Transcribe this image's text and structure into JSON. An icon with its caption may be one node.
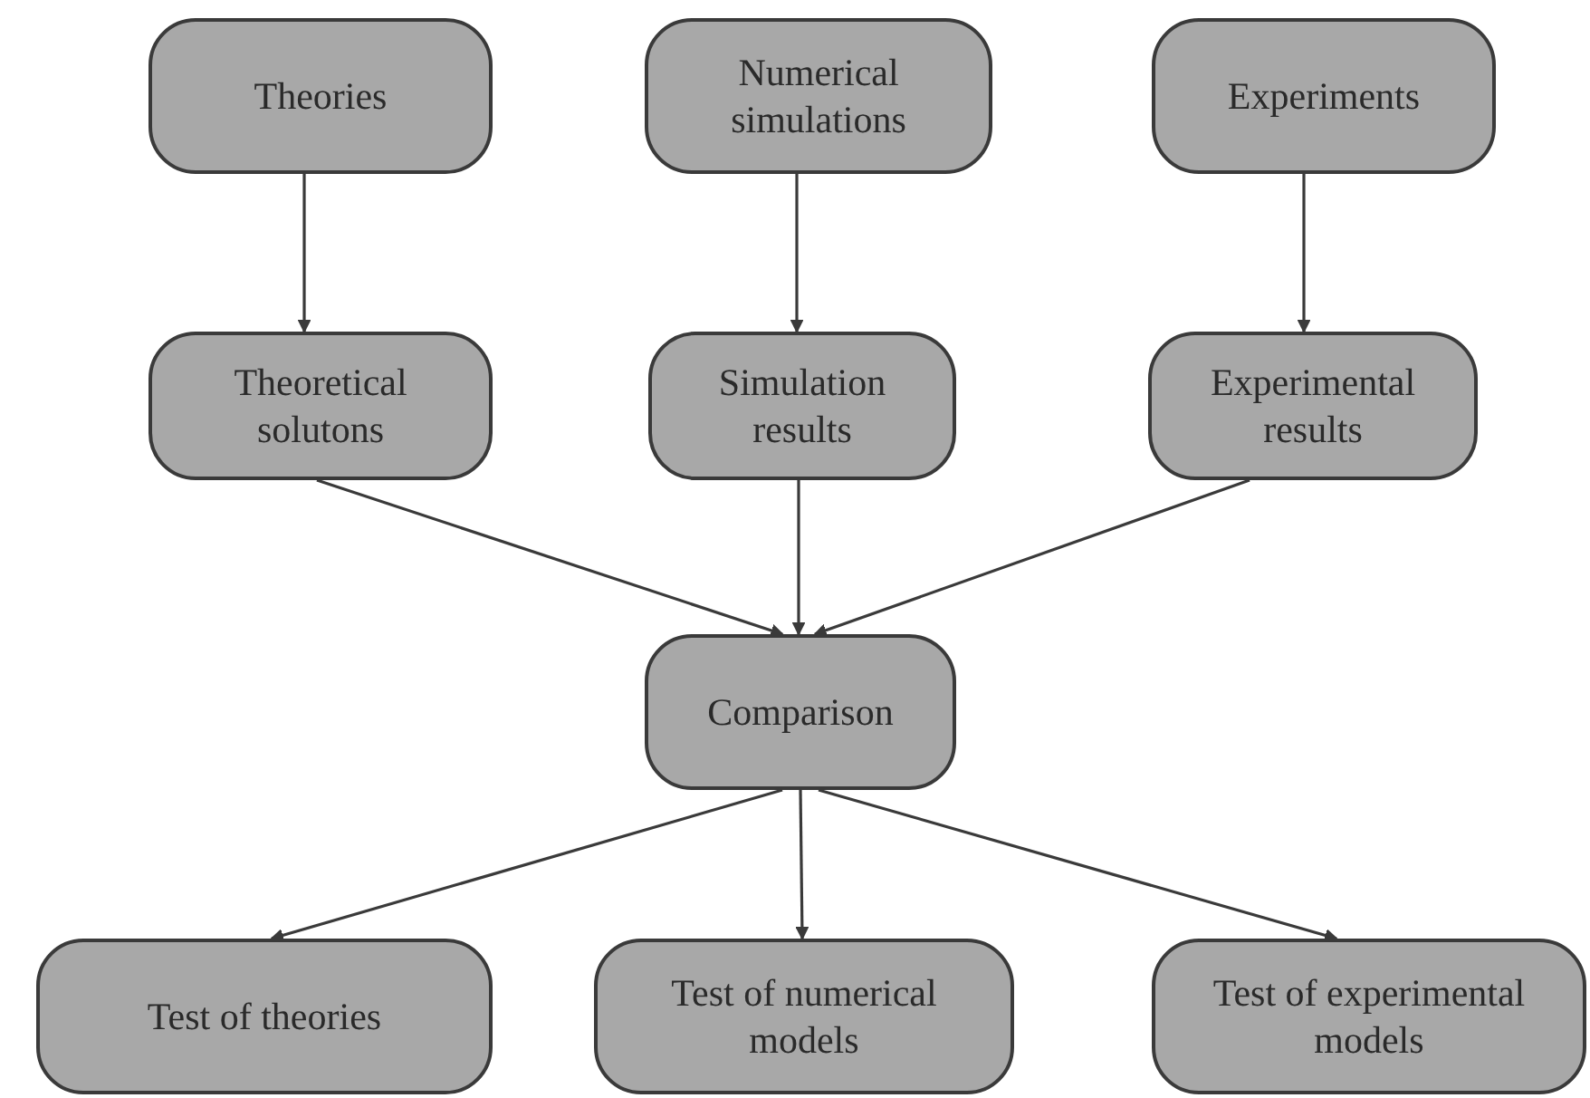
{
  "diagram": {
    "nodes": [
      {
        "text": [
          "Theories"
        ]
      },
      {
        "text": [
          "Numerical simulations"
        ]
      },
      {
        "text": [
          "Experiments"
        ]
      },
      {
        "text": [
          "Theoretical solutons"
        ]
      },
      {
        "text": [
          "Simulation results"
        ]
      },
      {
        "text": [
          "Experimental results"
        ]
      },
      {
        "text": [
          "Comparison"
        ]
      },
      {
        "text": [
          "Test of theories"
        ]
      },
      {
        "text": [
          "Test of numerical models"
        ]
      },
      {
        "text": [
          "Test of experimental models"
        ]
      }
    ],
    "edges": [
      {
        "from": 0,
        "to": 3,
        "arrow": "to"
      },
      {
        "from": 1,
        "to": 4,
        "arrow": "to"
      },
      {
        "from": 2,
        "to": 5,
        "arrow": "to"
      },
      {
        "from": 3,
        "to": 6,
        "arrow": "to"
      },
      {
        "from": 4,
        "to": 6,
        "arrow": "to"
      },
      {
        "from": 5,
        "to": 6,
        "arrow": "to"
      },
      {
        "from": 6,
        "to": 7,
        "arrow": "to"
      },
      {
        "from": 6,
        "to": 8,
        "arrow": "to"
      },
      {
        "from": 6,
        "to": 9,
        "arrow": "to"
      }
    ]
  }
}
